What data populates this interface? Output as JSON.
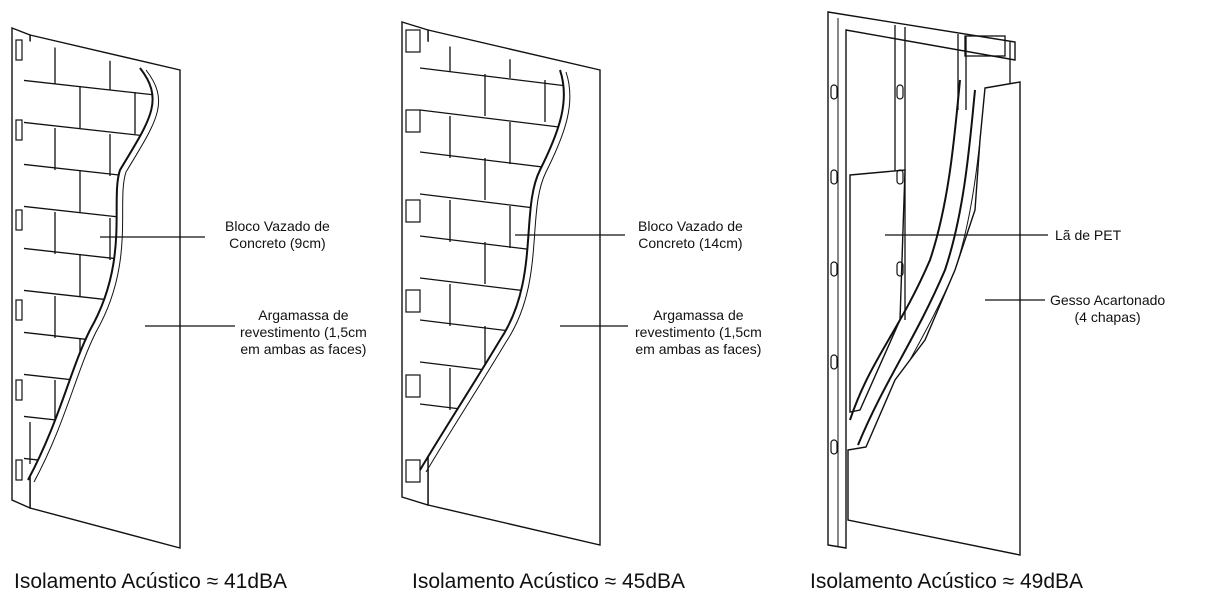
{
  "panels": [
    {
      "labels": [
        "Bloco Vazado de\nConcreto (9cm)",
        "Argamassa de\nrevestimento  (1,5cm\nem ambas as faces)"
      ],
      "caption": "Isolamento Acústico ≈ 41dBA"
    },
    {
      "labels": [
        "Bloco Vazado de\nConcreto (14cm)",
        "Argamassa de\nrevestimento  (1,5cm\nem ambas as faces)"
      ],
      "caption": "Isolamento Acústico ≈ 45dBA"
    },
    {
      "labels": [
        "Lã de PET",
        "Gesso Acartonado\n(4 chapas)"
      ],
      "caption": "Isolamento Acústico ≈ 49dBA"
    }
  ]
}
